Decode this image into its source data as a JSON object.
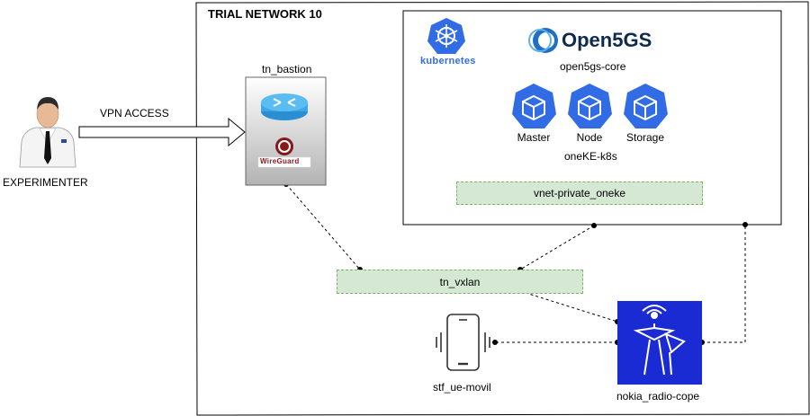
{
  "trial_network": {
    "title": "TRIAL NETWORK 10"
  },
  "experimenter": {
    "label": "EXPERIMENTER"
  },
  "vpn": {
    "label": "VPN ACCESS"
  },
  "bastion": {
    "label": "tn_bastion",
    "wireguard_text": "WireGuard"
  },
  "cluster": {
    "kubernetes_label": "kubernetes",
    "open5gs_logo_text": "Open5GS",
    "open5gs_label": "open5gs-core",
    "nodes": [
      {
        "label": "Master"
      },
      {
        "label": "Node"
      },
      {
        "label": "Storage"
      }
    ],
    "oneke_label": "oneKE-k8s",
    "vnet_label": "vnet-private_oneke"
  },
  "vxlan": {
    "label": "tn_vxlan"
  },
  "ue": {
    "label": "stf_ue-movil"
  },
  "radio": {
    "label": "nokia_radio-cope"
  },
  "colors": {
    "network_fill": "#d5e8d4",
    "network_stroke": "#82b366",
    "k8s_blue": "#326ce5",
    "open5gs_blue": "#1f6fc5",
    "radio_blue": "#1a2bd4",
    "wireguard_red": "#88171a"
  }
}
